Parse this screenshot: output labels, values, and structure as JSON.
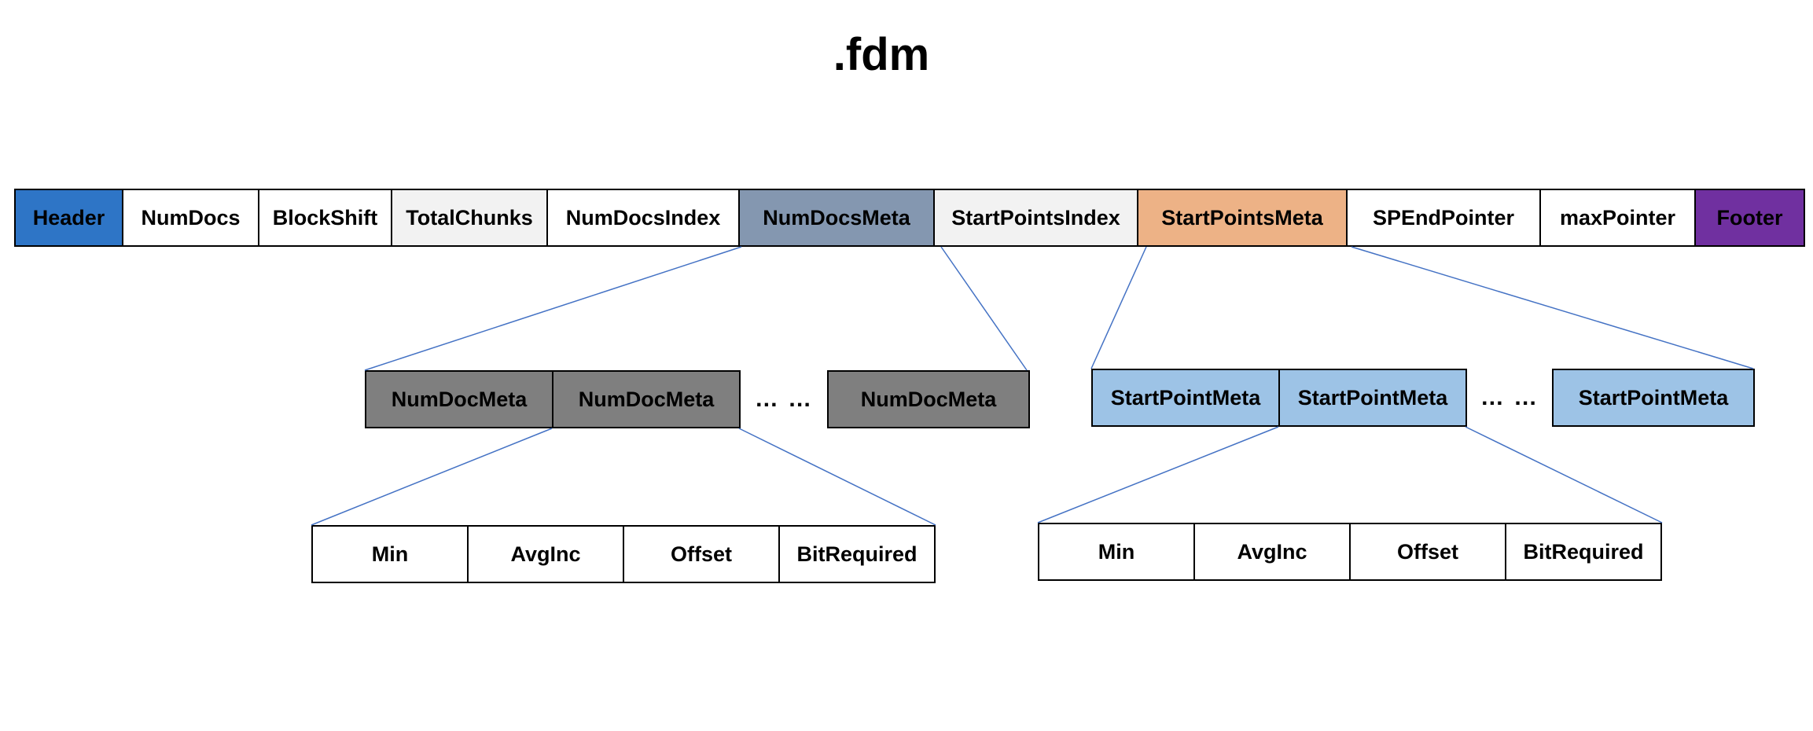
{
  "title": ".fdm",
  "main_row": [
    {
      "label": "Header",
      "color": "#2E75C6"
    },
    {
      "label": "NumDocs",
      "color": "#FFFFFF"
    },
    {
      "label": "BlockShift",
      "color": "#FFFFFF"
    },
    {
      "label": "TotalChunks",
      "color": "#F2F2F2"
    },
    {
      "label": "NumDocsIndex",
      "color": "#FFFFFF"
    },
    {
      "label": "NumDocsMeta",
      "color": "#8497B0"
    },
    {
      "label": "StartPointsIndex",
      "color": "#F2F2F2"
    },
    {
      "label": "StartPointsMeta",
      "color": "#EDB286"
    },
    {
      "label": "SPEndPointer",
      "color": "#FFFFFF"
    },
    {
      "label": "maxPointer",
      "color": "#FFFFFF"
    },
    {
      "label": "Footer",
      "color": "#7030A0"
    }
  ],
  "numdocs_meta_row": {
    "items": [
      "NumDocMeta",
      "NumDocMeta"
    ],
    "ellipsis": "… …",
    "last": "NumDocMeta",
    "color": "#7F7F7F"
  },
  "startpoints_meta_row": {
    "items": [
      "StartPointMeta",
      "StartPointMeta"
    ],
    "ellipsis": "… …",
    "last": "StartPointMeta",
    "color": "#9DC3E6"
  },
  "numdoc_fields": [
    "Min",
    "AvgInc",
    "Offset",
    "BitRequired"
  ],
  "startpoint_fields": [
    "Min",
    "AvgInc",
    "Offset",
    "BitRequired"
  ],
  "connector_color": "#4472C4"
}
